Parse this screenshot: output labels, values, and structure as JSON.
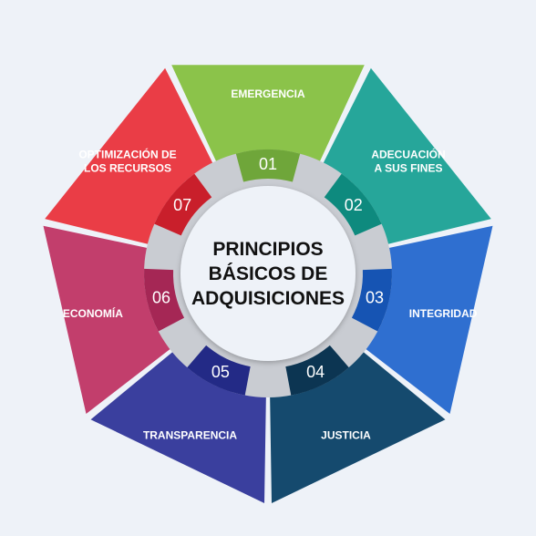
{
  "diagram": {
    "center_title": [
      "PRINCIPIOS",
      "BÁSICOS DE",
      "ADQUISICIONES"
    ],
    "segments": [
      {
        "number": "01",
        "label": [
          "EMERGENCIA"
        ],
        "color": "#8bc34a",
        "dark": "#6fa63a"
      },
      {
        "number": "02",
        "label": [
          "ADECUACIÓN",
          "A SUS FINES"
        ],
        "color": "#26a69a",
        "dark": "#0e8a7e"
      },
      {
        "number": "03",
        "label": [
          "INTEGRIDAD"
        ],
        "color": "#2f6fd0",
        "dark": "#1654b3"
      },
      {
        "number": "04",
        "label": [
          "JUSTICIA"
        ],
        "color": "#154a6e",
        "dark": "#0c3552"
      },
      {
        "number": "05",
        "label": [
          "TRANSPARENCIA"
        ],
        "color": "#3a3f9e",
        "dark": "#232a86"
      },
      {
        "number": "06",
        "label": [
          "ECONOMÍA"
        ],
        "color": "#c23e6c",
        "dark": "#a52755"
      },
      {
        "number": "07",
        "label": [
          "OPTIMIZACIÓN DE",
          "LOS RECURSOS"
        ],
        "color": "#ea3d46",
        "dark": "#c91f2b"
      }
    ]
  }
}
